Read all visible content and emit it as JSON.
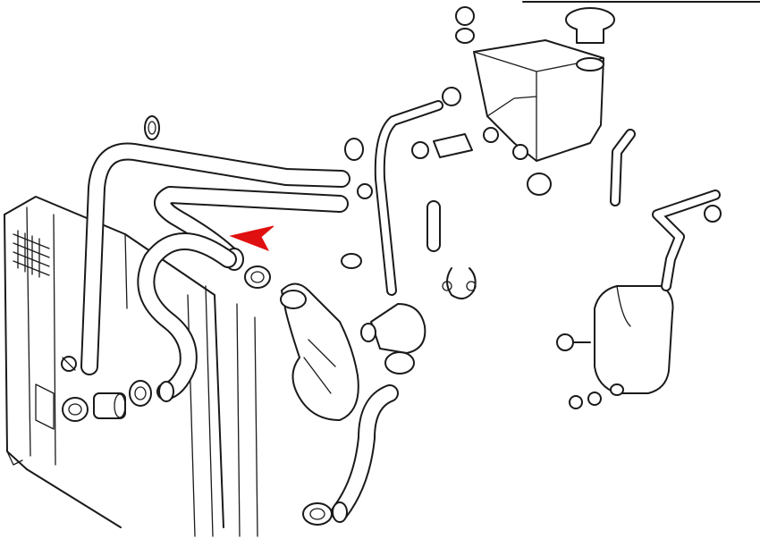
{
  "diagram": {
    "line_color": "#1a1a1a",
    "background_color": "#ffffff",
    "pointer_arrow_color": "#e01010",
    "parts": [
      "radiator",
      "upper-radiator-hose",
      "lower-radiator-hose",
      "bypass-hose",
      "coolant-expansion-tank",
      "expansion-tank-cap",
      "thermostat-housing",
      "temperature-sensor",
      "hose-clamps",
      "washer-fluid-reservoir"
    ]
  }
}
